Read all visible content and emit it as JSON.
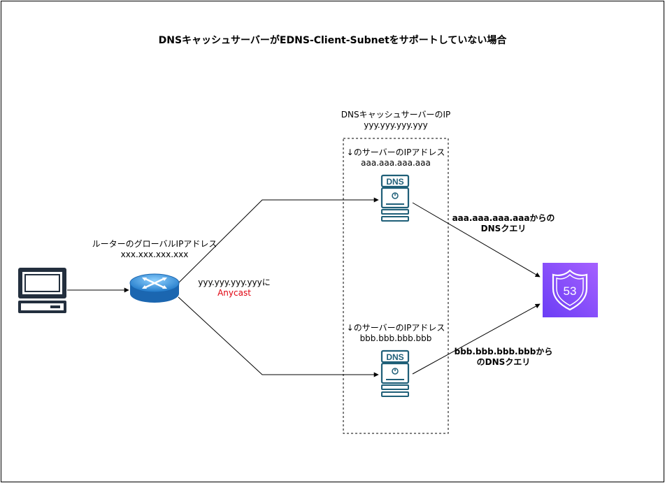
{
  "title": "DNSキャッシュサーバーがEDNS-Client-Subnetをサポートしていない場合",
  "cache_group": {
    "label_line1": "DNSキャッシュサーバーのIP",
    "label_line2": "yyy.yyy.yyy.yyy"
  },
  "server_a": {
    "label_line1": "↓のサーバーのIPアドレス",
    "label_line2": "aaa.aaa.aaa.aaa",
    "icon_text": "DNS"
  },
  "server_b": {
    "label_line1": "↓のサーバーのIPアドレス",
    "label_line2": "bbb.bbb.bbb.bbb",
    "icon_text": "DNS"
  },
  "router": {
    "label_line1": "ルーターのグローバルIPアドレス",
    "label_line2": "xxx.xxx.xxx.xxx"
  },
  "anycast": {
    "label_line1": "yyy.yyy.yyy.yyyに",
    "label_line2": "Anycast",
    "accent_color": "#e0000e"
  },
  "query_a": {
    "label_line1": "aaa.aaa.aaa.aaaからの",
    "label_line2": "DNSクエリ"
  },
  "query_b": {
    "label_line1": "bbb.bbb.bbb.bbbから",
    "label_line2": "のDNSクエリ"
  },
  "route53": {
    "icon_text": "53",
    "color": "#8c4fff"
  },
  "icons": [
    "computer-icon",
    "router-icon",
    "dns-server-icon",
    "route53-icon"
  ]
}
